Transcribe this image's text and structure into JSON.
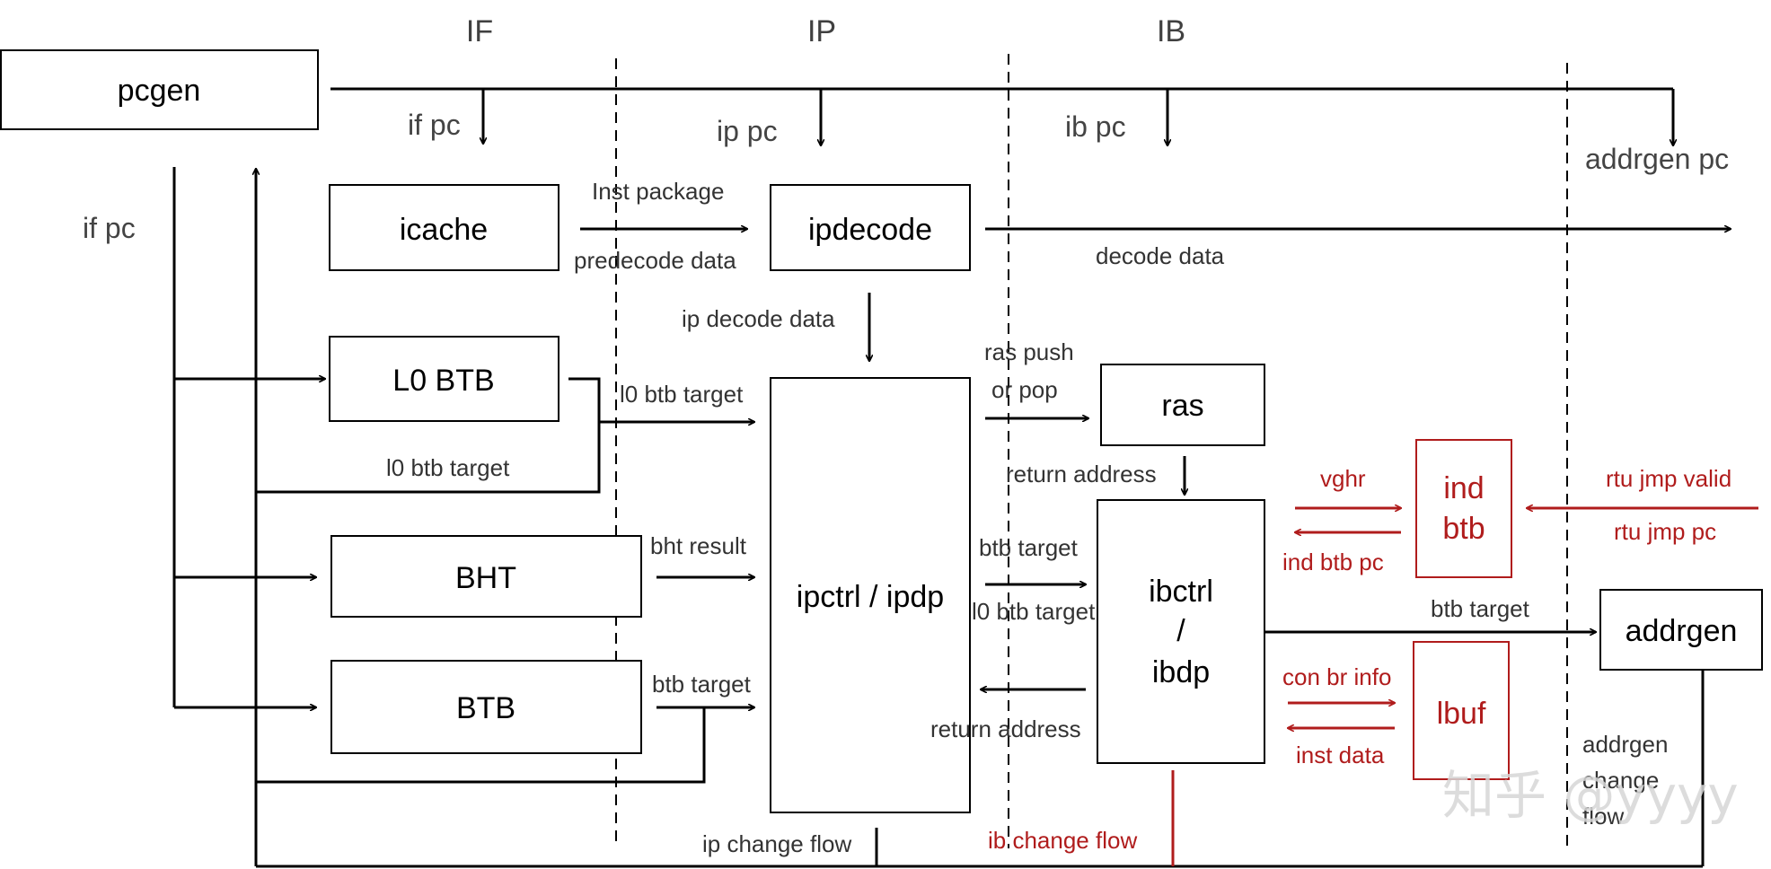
{
  "stages": {
    "if": "IF",
    "ip": "IP",
    "ib": "IB"
  },
  "blocks": {
    "pcgen": "pcgen",
    "icache": "icache",
    "ipdecode": "ipdecode",
    "l0btb": "L0 BTB",
    "bht": "BHT",
    "btb": "BTB",
    "ipctrl": "ipctrl / ipdp",
    "ras": "ras",
    "ibctrl_1": "ibctrl",
    "ibctrl_2": "/",
    "ibctrl_3": "ibdp",
    "ind_btb_1": "ind",
    "ind_btb_2": "btb",
    "lbuf": "lbuf",
    "addrgen": "addrgen"
  },
  "labels": {
    "if_pc_top": "if pc",
    "ip_pc": "ip pc",
    "ib_pc": "ib pc",
    "addrgen_pc": "addrgen pc",
    "if_pc_left": "if pc",
    "inst_package": "Inst package",
    "predecode_data": "predecode data",
    "decode_data": "decode data",
    "ip_decode_data": "ip decode data",
    "l0_btb_target_top": "l0 btb target",
    "l0_btb_target_bottom": "l0 btb target",
    "ras_push": "ras push",
    "or_pop": "or pop",
    "return_address_top": "return address",
    "bht_result": "bht result",
    "btb_target_ip": "btb target",
    "btb_target_ib": "btb target",
    "l0_btb_target_ib": "l0 btb target",
    "btb_target_addrgen": "btb target",
    "return_address_bottom": "return address",
    "ip_change_flow": "ip change flow",
    "addrgen_change_1": "addrgen",
    "addrgen_change_2": "change",
    "addrgen_change_3": "flow"
  },
  "red_labels": {
    "vghr": "vghr",
    "ind_btb_pc": "ind btb pc",
    "rtu_jmp_valid": "rtu jmp valid",
    "rtu_jmp_pc": "rtu jmp pc",
    "con_br_info": "con br info",
    "inst_data": "inst data",
    "ib_change_flow": "ib change flow"
  },
  "watermark": "知乎 @yyyy",
  "colors": {
    "accent_red": "#b01c1c",
    "line": "#000000"
  }
}
